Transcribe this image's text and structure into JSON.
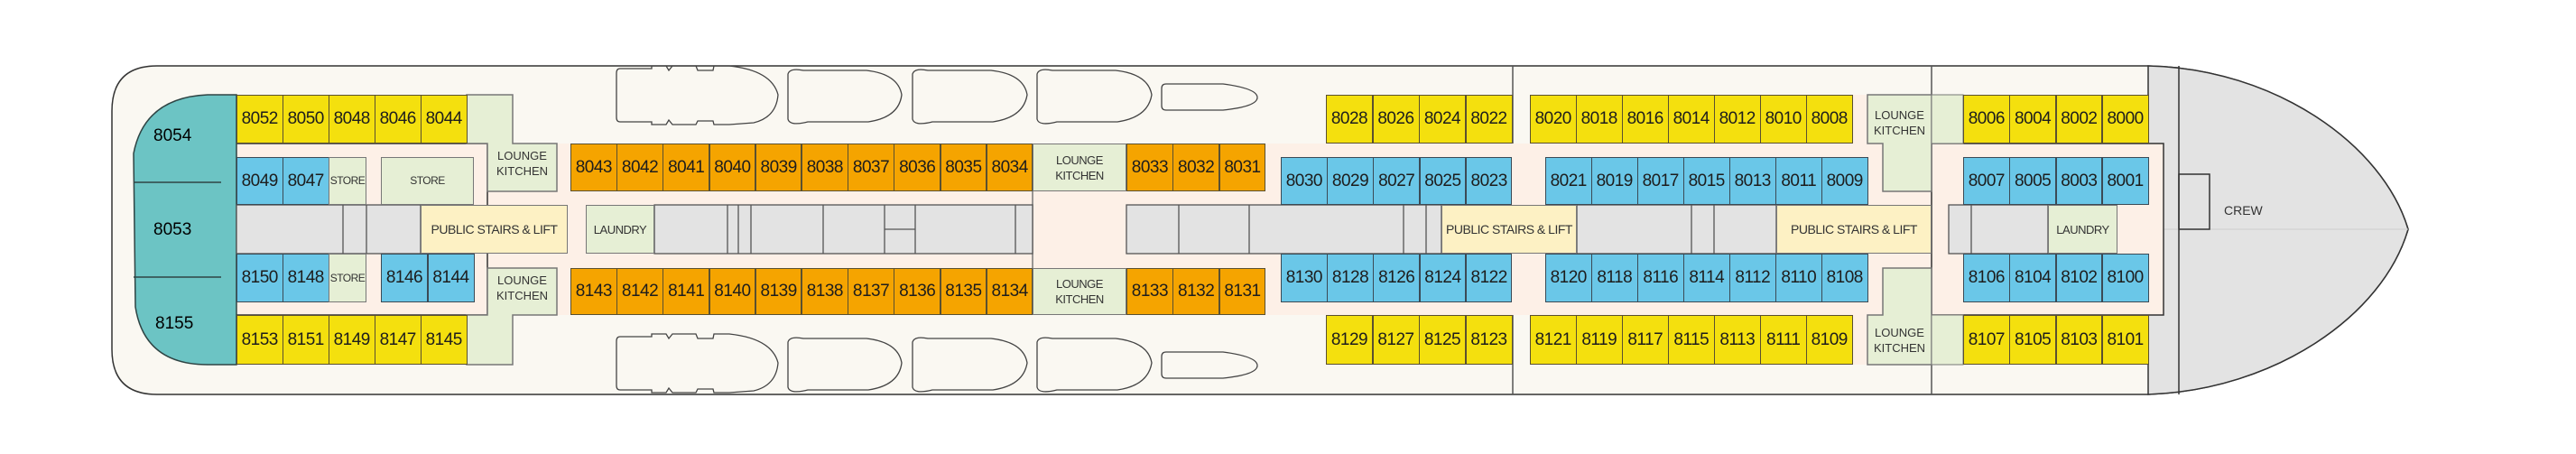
{
  "deck": {
    "legend_colors": {
      "suite": "#6cc4c4",
      "balcony_yellow": "#f4e00e",
      "inside_orange": "#f5a400",
      "inside_blue": "#6ac7e8",
      "service_green": "#e6efd5",
      "public_cream": "#fdf1c4",
      "crew_grey": "#e3e3e3"
    },
    "aft_suites": [
      "8054",
      "8053",
      "8155"
    ],
    "top_row_aft": [
      "8052",
      "8050",
      "8048",
      "8046",
      "8044"
    ],
    "inner_top_aft": [
      "8049",
      "8047"
    ],
    "inner_bottom_aft": [
      "8150",
      "8148"
    ],
    "inner_bottom_aft2": [
      "8146",
      "8144"
    ],
    "bottom_row_aft": [
      "8153",
      "8151",
      "8149",
      "8147",
      "8145"
    ],
    "orange_top_1": [
      "8043",
      "8042",
      "8041",
      "8040",
      "8039",
      "8038",
      "8037",
      "8036",
      "8035",
      "8034"
    ],
    "orange_bottom_1": [
      "8143",
      "8142",
      "8141",
      "8140",
      "8139",
      "8138",
      "8137",
      "8136",
      "8135",
      "8134"
    ],
    "orange_top_2": [
      "8033",
      "8032",
      "8031"
    ],
    "orange_bottom_2": [
      "8133",
      "8132",
      "8131"
    ],
    "yellow_top_mid": [
      "8028",
      "8026",
      "8024",
      "8022"
    ],
    "blue_top_mid": [
      "8030",
      "8029",
      "8027",
      "8025",
      "8023"
    ],
    "blue_bottom_mid": [
      "8130",
      "8128",
      "8126",
      "8124",
      "8122"
    ],
    "yellow_bottom_mid": [
      "8129",
      "8127",
      "8125",
      "8123"
    ],
    "yellow_top_fwd": [
      "8020",
      "8018",
      "8016",
      "8014",
      "8012",
      "8010",
      "8008"
    ],
    "blue_top_fwd": [
      "8021",
      "8019",
      "8017",
      "8015",
      "8013",
      "8011",
      "8009"
    ],
    "blue_bottom_fwd": [
      "8120",
      "8118",
      "8116",
      "8114",
      "8112",
      "8110",
      "8108"
    ],
    "yellow_bottom_fwd": [
      "8121",
      "8119",
      "8117",
      "8115",
      "8113",
      "8111",
      "8109"
    ],
    "yellow_top_bow": [
      "8006",
      "8004",
      "8002",
      "8000"
    ],
    "blue_top_bow": [
      "8007",
      "8005",
      "8003",
      "8001"
    ],
    "blue_bottom_bow": [
      "8106",
      "8104",
      "8102",
      "8100"
    ],
    "yellow_bottom_bow": [
      "8107",
      "8105",
      "8103",
      "8101"
    ],
    "labels": {
      "store": "STORE",
      "lounge_kitchen_1": "LOUNGE",
      "lounge_kitchen_2": "KITCHEN",
      "public_stairs": "PUBLIC STAIRS & LIFT",
      "laundry": "LAUNDRY",
      "crew": "CREW"
    }
  }
}
